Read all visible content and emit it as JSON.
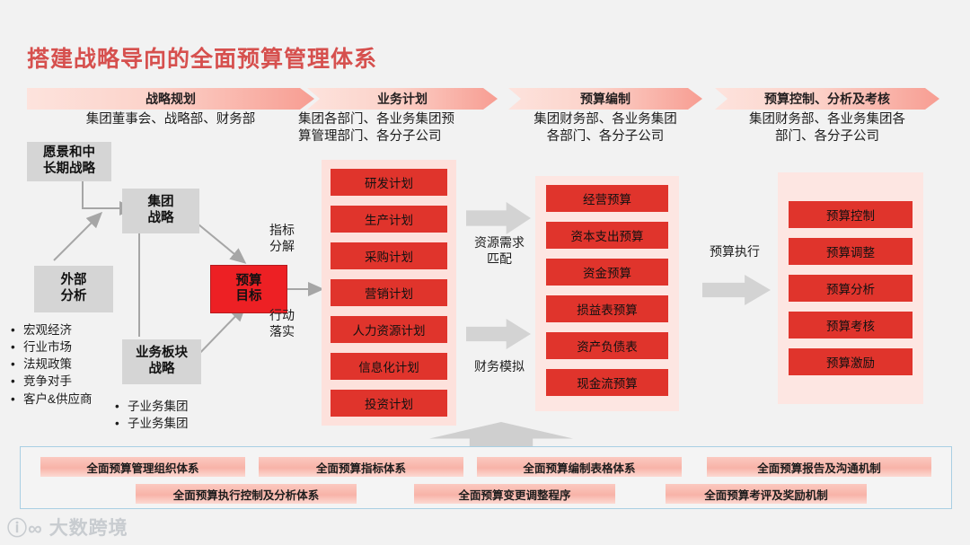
{
  "title": "搭建战略导向的全面预算管理体系",
  "accent_red": "#e0342c",
  "title_color": "#d6504e",
  "banner_color": "#f79d92",
  "phases": [
    {
      "banner": "战略规划",
      "owners": "集团董事会、战略部、财务部"
    },
    {
      "banner": "业务计划",
      "owners": "集团各部门、各业务集团预\n算管理部门、各分子公司"
    },
    {
      "banner": "预算编制",
      "owners": "集团财务部、各业务集团\n各部门、各分子公司"
    },
    {
      "banner": "预算控制、分析及考核",
      "owners": "集团财务部、各业务集团各\n部门、各分子公司"
    }
  ],
  "strategy": {
    "vision_box": "愿景和中\n长期战略",
    "group_strategy_box": "集团\n战略",
    "external_box": "外部\n分析",
    "business_unit_box": "业务板块\n战略",
    "budget_target_box": "预算\n目标",
    "external_bullets": [
      "宏观经济",
      "行业市场",
      "法规政策",
      "竞争对手",
      "客户&供应商"
    ],
    "business_bullets": [
      "子业务集团",
      "子业务集团"
    ],
    "label_decompose": "指标\n分解",
    "label_action": "行动\n落实"
  },
  "business_plans": [
    "研发计划",
    "生产计划",
    "采购计划",
    "营销计划",
    "人力资源计划",
    "信息化计划",
    "投资计划"
  ],
  "budget_items": [
    "经营预算",
    "资本支出预算",
    "资金预算",
    "损益表预算",
    "资产负债表",
    "现金流预算"
  ],
  "control_items": [
    "预算控制",
    "预算调整",
    "预算分析",
    "预算考核",
    "预算激励"
  ],
  "connectors": {
    "resource_match": "资源需求\n匹配",
    "financial_sim": "财务模拟",
    "budget_exec": "预算执行"
  },
  "system_row1": [
    "全面预算管理组织体系",
    "全面预算指标体系",
    "全面预算编制表格体系",
    "全面预算报告及沟通机制"
  ],
  "system_row2": [
    "全面预算执行控制及分析体系",
    "全面预算变更调整程序",
    "全面预算考评及奖励机制"
  ],
  "watermark": {
    "mark": "ⓘ∞",
    "text": "大数跨境"
  }
}
